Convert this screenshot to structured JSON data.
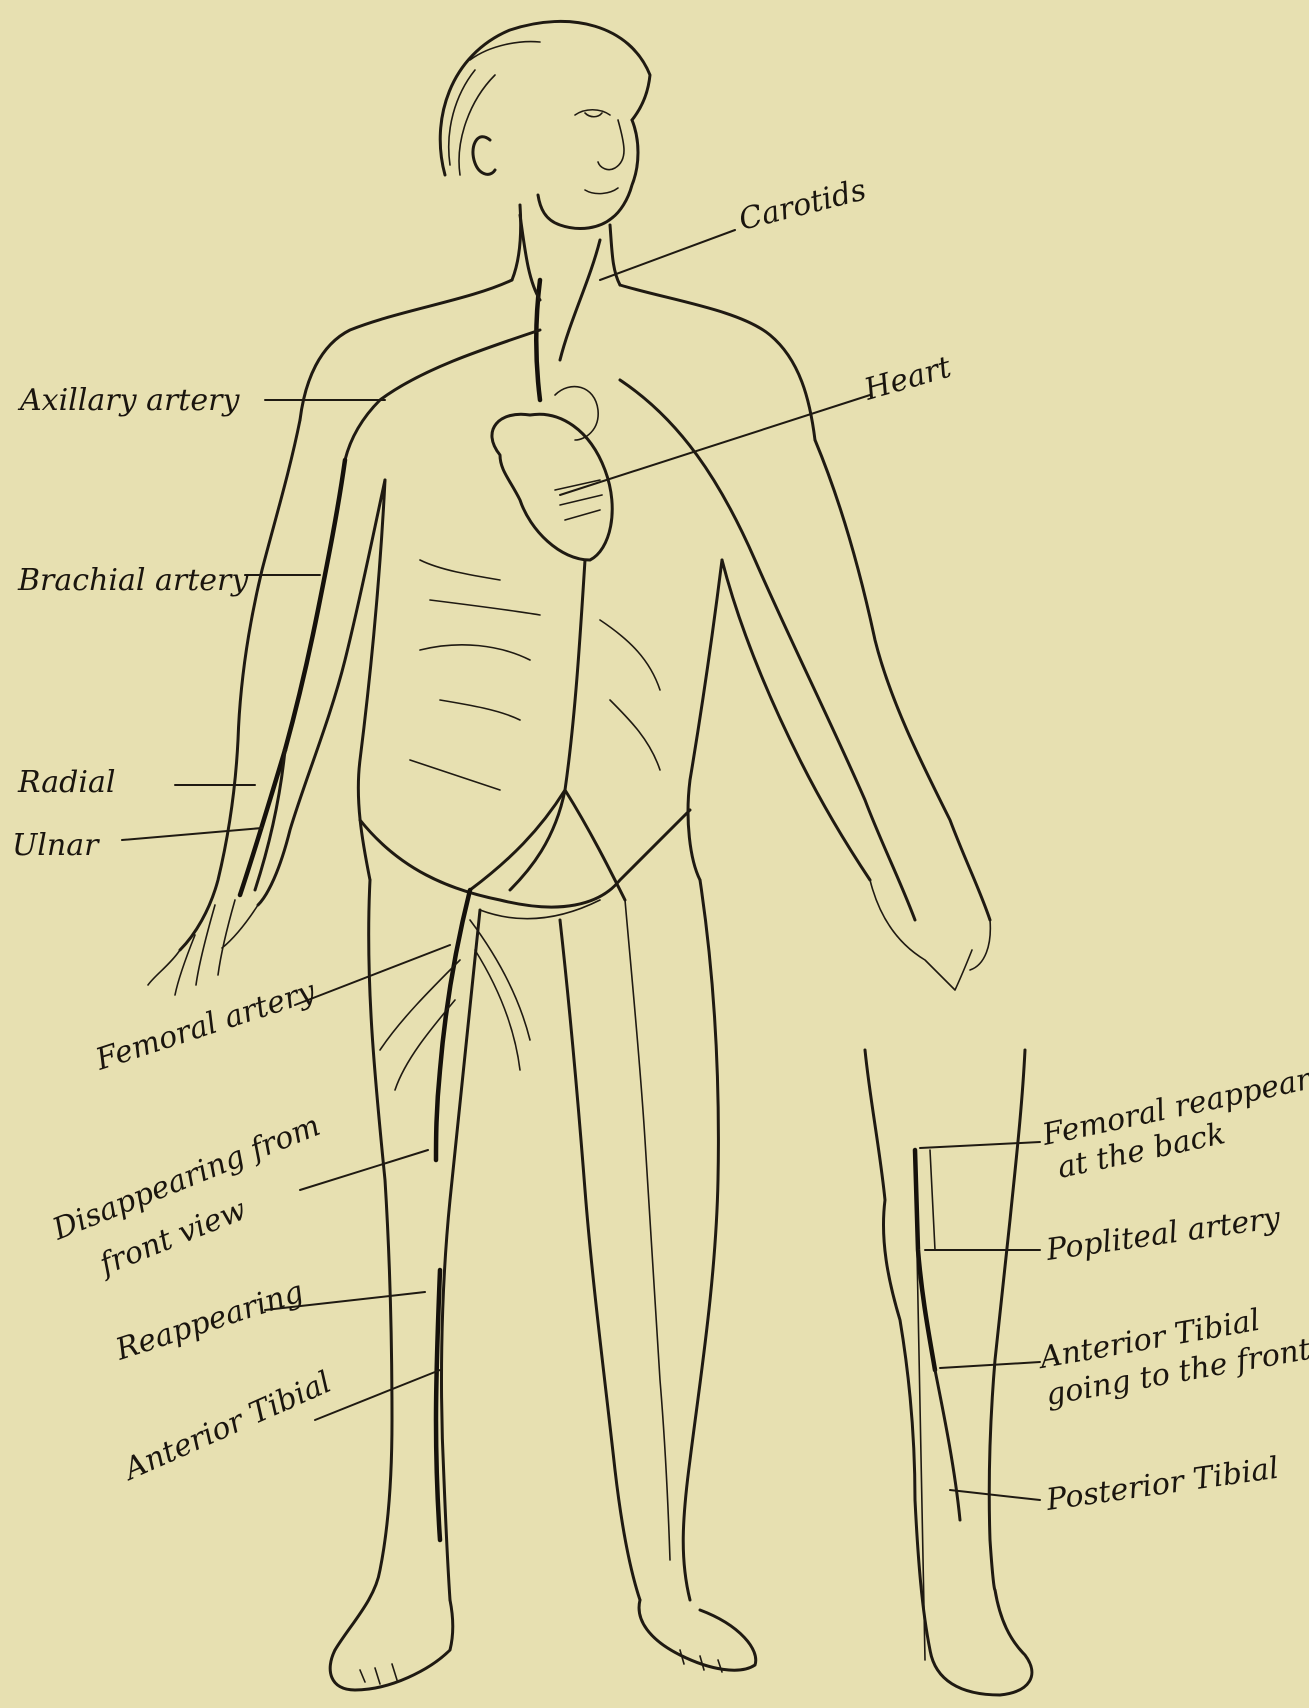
{
  "labels": {
    "carotids": "Carotids",
    "heart": "Heart",
    "axillary_artery": "Axillary artery",
    "brachial_artery": "Brachial artery",
    "radial": "Radial",
    "ulnar": "Ulnar",
    "femoral_artery": "Femoral artery",
    "disappearing_front_line1": "Disappearing from",
    "disappearing_front_line2": "front view",
    "reappearing": "Reappearing",
    "anterior_tibial": "Anterior Tibial",
    "femoral_reappearing_line1": "Femoral reappearing",
    "femoral_reappearing_line2": "at the back",
    "popliteal_artery": "Popliteal artery",
    "anterior_tibial_front_line1": "Anterior Tibial",
    "anterior_tibial_front_line2": "going to the front",
    "posterior_tibial": "Posterior Tibial"
  },
  "colors": {
    "paper": "#e7e0b1",
    "ink": "#1f1a12"
  }
}
